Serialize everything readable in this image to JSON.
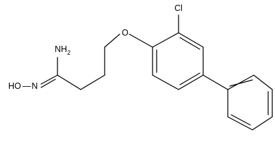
{
  "molecule": {
    "atoms": [
      {
        "id": "cl",
        "label": "Cl"
      },
      {
        "id": "o",
        "label": "O"
      },
      {
        "id": "nh2",
        "label": "NH",
        "subscript": "2"
      },
      {
        "id": "hon",
        "label": "HO",
        "suffix": "N"
      }
    ]
  }
}
